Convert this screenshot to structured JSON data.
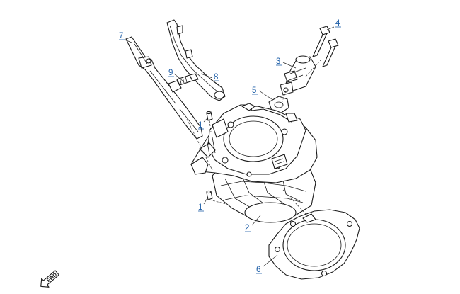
{
  "callouts": [
    {
      "id": "c7",
      "label": "7"
    },
    {
      "id": "c9",
      "label": "9"
    },
    {
      "id": "c8",
      "label": "8"
    },
    {
      "id": "c4",
      "label": "4"
    },
    {
      "id": "c3",
      "label": "3"
    },
    {
      "id": "c5",
      "label": "5"
    },
    {
      "id": "c1a",
      "label": "1"
    },
    {
      "id": "c1b",
      "label": "1"
    },
    {
      "id": "c2",
      "label": "2"
    },
    {
      "id": "c6",
      "label": "6"
    }
  ],
  "fwd_label": "FWD",
  "colors": {
    "callout": "#1f5fa8",
    "line": "#1a1a1a"
  }
}
